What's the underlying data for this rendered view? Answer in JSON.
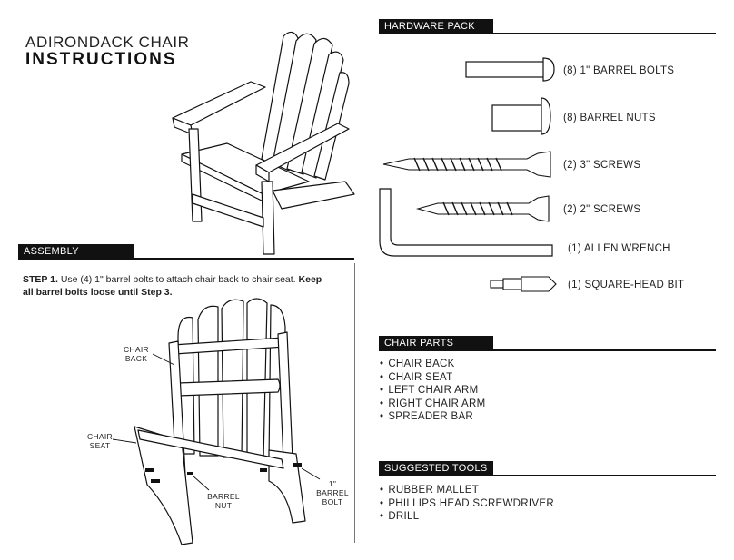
{
  "title": {
    "line1": "ADIRONDACK CHAIR",
    "line2": "INSTRUCTIONS"
  },
  "sections": {
    "assembly": "ASSEMBLY",
    "hardware_pack": "HARDWARE PACK",
    "chair_parts": "CHAIR PARTS",
    "suggested_tools": "SUGGESTED TOOLS"
  },
  "step1": {
    "label": "STEP 1.",
    "text": " Use (4) 1\" barrel bolts to attach chair back to chair seat. ",
    "bold_text": "Keep all barrel bolts loose until Step 3."
  },
  "callouts": {
    "chair_back": "CHAIR BACK",
    "chair_seat": "CHAIR SEAT",
    "barrel_nut": "BARREL NUT",
    "barrel_bolt": "1\" BARREL BOLT"
  },
  "hardware": [
    {
      "label": "(8) 1\" BARREL BOLTS",
      "icon": "barrel-bolt-icon"
    },
    {
      "label": "(8) BARREL NUTS",
      "icon": "barrel-nut-icon"
    },
    {
      "label": "(2) 3\" SCREWS",
      "icon": "screw-3in-icon"
    },
    {
      "label": "(2) 2\" SCREWS",
      "icon": "screw-2in-icon"
    },
    {
      "label": "(1) ALLEN WRENCH",
      "icon": "allen-wrench-icon"
    },
    {
      "label": "(1) SQUARE-HEAD BIT",
      "icon": "square-head-bit-icon"
    }
  ],
  "chair_parts": [
    "CHAIR BACK",
    "CHAIR SEAT",
    "LEFT CHAIR ARM",
    "RIGHT CHAIR ARM",
    "SPREADER BAR"
  ],
  "tools": [
    "RUBBER MALLET",
    "PHILLIPS HEAD SCREWDRIVER",
    "DRILL"
  ]
}
